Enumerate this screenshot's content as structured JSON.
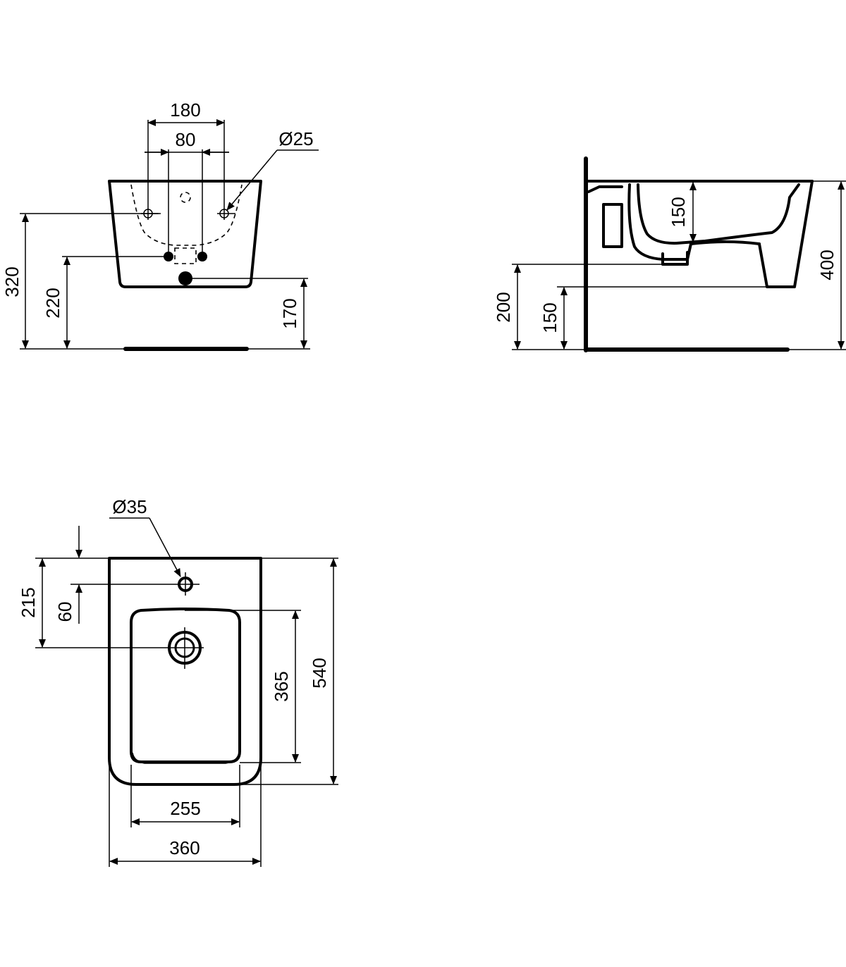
{
  "front_view": {
    "dims": {
      "tap_spacing": "180",
      "fixing_spacing": "80",
      "hole_diameter": "Ø25",
      "height_320": "320",
      "height_220": "220",
      "height_170": "170"
    }
  },
  "side_view": {
    "dims": {
      "bowl_depth": "150",
      "total_height": "400",
      "height_200": "200",
      "height_150": "150"
    }
  },
  "top_view": {
    "dims": {
      "tap_hole_diameter": "Ø35",
      "distance_215": "215",
      "distance_60": "60",
      "bowl_length": "365",
      "total_length": "540",
      "bowl_width": "255",
      "total_width": "360"
    }
  }
}
